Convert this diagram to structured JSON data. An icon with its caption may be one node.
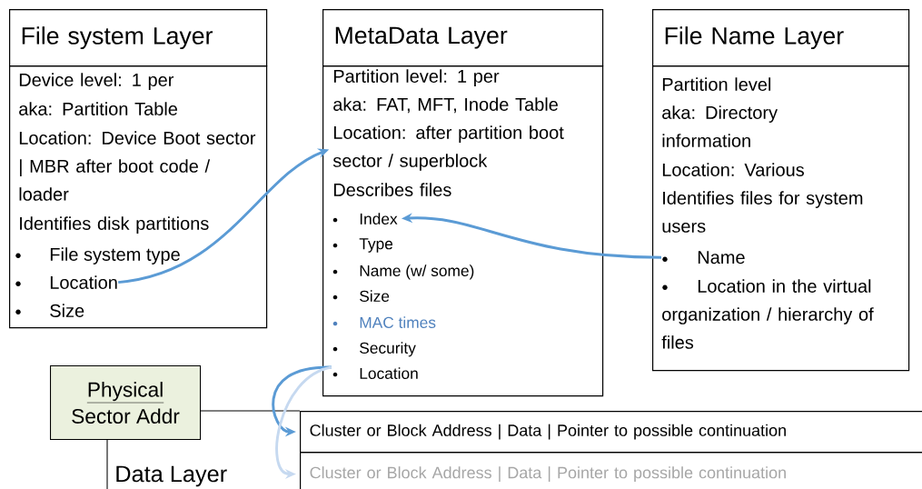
{
  "diagram": {
    "nodes": [
      {
        "text": [
          "File system Layer"
        ]
      },
      {
        "text": [],
        "shape": "box"
      },
      {
        "text": [
          "Device level: 1 per"
        ],
        "in": 1
      },
      {
        "text": [
          "aka: Partition Table"
        ],
        "in": 1
      },
      {
        "text": [
          "Location: Device Boot sector | MBR after boot code / loader"
        ],
        "in": 1
      },
      {
        "text": [
          "Identifies disk partitions"
        ],
        "in": 1
      },
      {
        "text": [
          "File system type"
        ],
        "in": 1
      },
      {
        "text": [
          "Location"
        ],
        "in": 1
      },
      {
        "text": [
          "Size"
        ],
        "in": 1
      },
      {
        "text": [
          "MetaData Layer"
        ]
      },
      {
        "text": [],
        "shape": "box"
      },
      {
        "text": [
          "Partition level: 1 per"
        ],
        "in": 10
      },
      {
        "text": [
          "aka: FAT, MFT, Inode Table"
        ],
        "in": 10
      },
      {
        "text": [
          "Location: after partition boot sector / superblock"
        ],
        "in": 10
      },
      {
        "text": [
          "Describes files"
        ],
        "in": 10
      },
      {
        "text": [
          "Index"
        ],
        "in": 10
      },
      {
        "text": [
          "Type"
        ],
        "in": 10
      },
      {
        "text": [
          "Name (w/ some)"
        ],
        "in": 10
      },
      {
        "text": [
          "Size"
        ],
        "in": 10
      },
      {
        "text": [
          "MAC times"
        ],
        "in": 10
      },
      {
        "text": [
          "Security"
        ],
        "in": 10
      },
      {
        "text": [
          "Location"
        ],
        "in": 10
      },
      {
        "text": [
          "File Name Layer"
        ]
      },
      {
        "text": [],
        "shape": "box"
      },
      {
        "text": [
          "Partition level"
        ],
        "in": 23
      },
      {
        "text": [
          "aka: Directory information"
        ],
        "in": 23
      },
      {
        "text": [
          "Location: Various"
        ],
        "in": 23
      },
      {
        "text": [
          "Identifies files for system users"
        ],
        "in": 23
      },
      {
        "text": [
          "Name"
        ],
        "in": 23
      },
      {
        "text": [
          "Location in the virtual organization / hierarchy of files"
        ],
        "in": 23
      },
      {
        "text": [
          "Physical",
          "Sector Addr"
        ]
      },
      {
        "text": [
          "Cluster or Block Address | Data | Pointer to possible continuation"
        ]
      },
      {
        "text": [
          "Cluster or Block Address | Data | Pointer to possible continuation"
        ]
      }
    ],
    "edges": [
      {
        "from": 7,
        "to": 13,
        "arrow": "to"
      },
      {
        "from": 28,
        "to": 15,
        "arrow": "to"
      },
      {
        "from": 21,
        "to": 31,
        "arrow": "to"
      },
      {
        "from": 21,
        "to": 32,
        "arrow": "to",
        "color": "#c6d9f0"
      }
    ],
    "labels": [
      "Data Layer"
    ]
  }
}
